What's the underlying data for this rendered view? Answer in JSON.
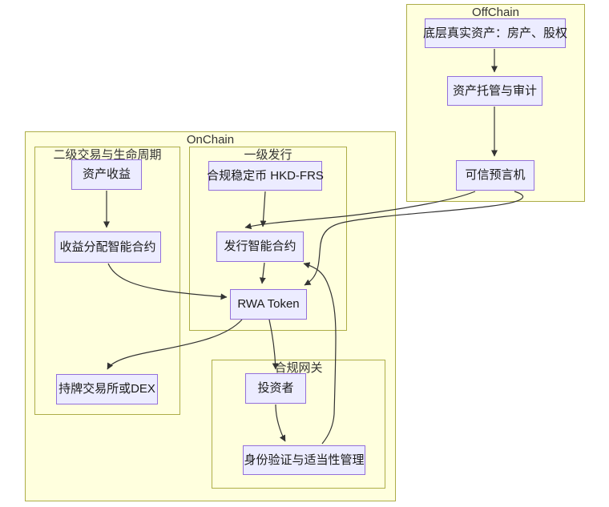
{
  "diagram": {
    "type": "flowchart",
    "containers": {
      "offchain": {
        "title": "OffChain"
      },
      "onchain": {
        "title": "OnChain"
      },
      "secondary": {
        "title": "二级交易与生命周期"
      },
      "primary": {
        "title": "一级发行"
      },
      "gateway": {
        "title": "合规网关"
      }
    },
    "nodes": {
      "underlying_assets": {
        "label": "底层真实资产：房产、股权"
      },
      "custody_audit": {
        "label": "资产托管与审计"
      },
      "oracle": {
        "label": "可信预言机"
      },
      "stablecoin": {
        "label": "合规稳定币 HKD-FRS"
      },
      "issuance_contract": {
        "label": "发行智能合约"
      },
      "rwa_token": {
        "label": "RWA Token"
      },
      "asset_income": {
        "label": "资产收益"
      },
      "distribution_contract": {
        "label": "收益分配智能合约"
      },
      "exchange_dex": {
        "label": "持牌交易所或DEX"
      },
      "investor": {
        "label": "投资者"
      },
      "identity_mgmt": {
        "label": "身份验证与适当性管理"
      }
    },
    "edges": [
      {
        "from": "底层真实资产：房产、股权",
        "to": "资产托管与审计"
      },
      {
        "from": "资产托管与审计",
        "to": "可信预言机"
      },
      {
        "from": "可信预言机",
        "to": "发行智能合约"
      },
      {
        "from": "可信预言机",
        "to": "RWA Token"
      },
      {
        "from": "合规稳定币 HKD-FRS",
        "to": "发行智能合约"
      },
      {
        "from": "发行智能合约",
        "to": "RWA Token"
      },
      {
        "from": "资产收益",
        "to": "收益分配智能合约"
      },
      {
        "from": "收益分配智能合约",
        "to": "RWA Token"
      },
      {
        "from": "RWA Token",
        "to": "持牌交易所或DEX"
      },
      {
        "from": "RWA Token",
        "to": "投资者"
      },
      {
        "from": "投资者",
        "to": "身份验证与适当性管理"
      },
      {
        "from": "身份验证与适当性管理",
        "to": "发行智能合约"
      }
    ],
    "colors": {
      "node_fill": "#ececff",
      "node_border": "#9370db",
      "subgraph_fill": "#ffffde",
      "subgraph_border": "#adad48",
      "edge": "#333333"
    }
  }
}
